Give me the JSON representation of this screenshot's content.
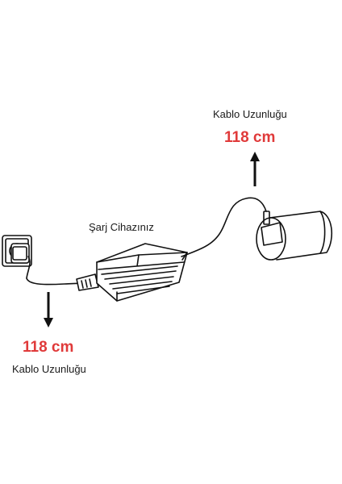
{
  "colors": {
    "measurement": "#e03a3a",
    "line": "#111111",
    "background": "#ffffff"
  },
  "top_annotation": {
    "label": "Kablo Uzunluğu",
    "value": "118 cm"
  },
  "device_label": "Şarj Cihazınız",
  "bottom_annotation": {
    "value": "118 cm",
    "label": "Kablo Uzunluğu"
  },
  "icons": [
    "wall-socket-icon",
    "power-plug-icon",
    "charger-box-icon",
    "battery-cylinder-icon",
    "arrow-up-icon",
    "arrow-down-icon"
  ]
}
